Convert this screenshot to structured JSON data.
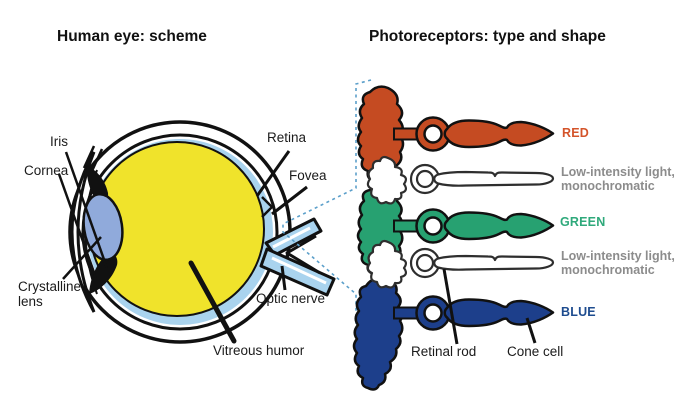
{
  "left_panel": {
    "title": "Human eye: scheme",
    "labels": {
      "iris": "Iris",
      "cornea": "Cornea",
      "crystalline_lens": "Crystalline lens",
      "retina": "Retina",
      "fovea": "Fovea",
      "optic_nerve": "Optic nerve",
      "vitreous_humor": "Vitreous humor"
    },
    "colors": {
      "vitreous": "#f0e32b",
      "retina_layer": "#a9d3ee",
      "lens": "#90aadb",
      "sclera": "#ffffff",
      "outline": "#111111"
    }
  },
  "right_panel": {
    "title": "Photoreceptors: type and shape",
    "zoom_line_color": "#5b9fca",
    "receptors": [
      {
        "kind": "cone",
        "label": "RED",
        "fill": "#c54b22",
        "label_color": "#d4542a"
      },
      {
        "kind": "rod",
        "label_line1": "Low-intensity light,",
        "label_line2": "monochromatic",
        "fill": "#ffffff",
        "label_color": "#8c8c8c"
      },
      {
        "kind": "cone",
        "label": "GREEN",
        "fill": "#27a171",
        "label_color": "#2fa97b"
      },
      {
        "kind": "rod",
        "label_line1": "Low-intensity light,",
        "label_line2": "monochromatic",
        "fill": "#ffffff",
        "label_color": "#8c8c8c"
      },
      {
        "kind": "cone",
        "label": "BLUE",
        "fill": "#1d3f8b",
        "label_color": "#1e4c8f"
      }
    ],
    "bottom_labels": {
      "retinal_rod": "Retinal rod",
      "cone_cell": "Cone cell"
    }
  }
}
